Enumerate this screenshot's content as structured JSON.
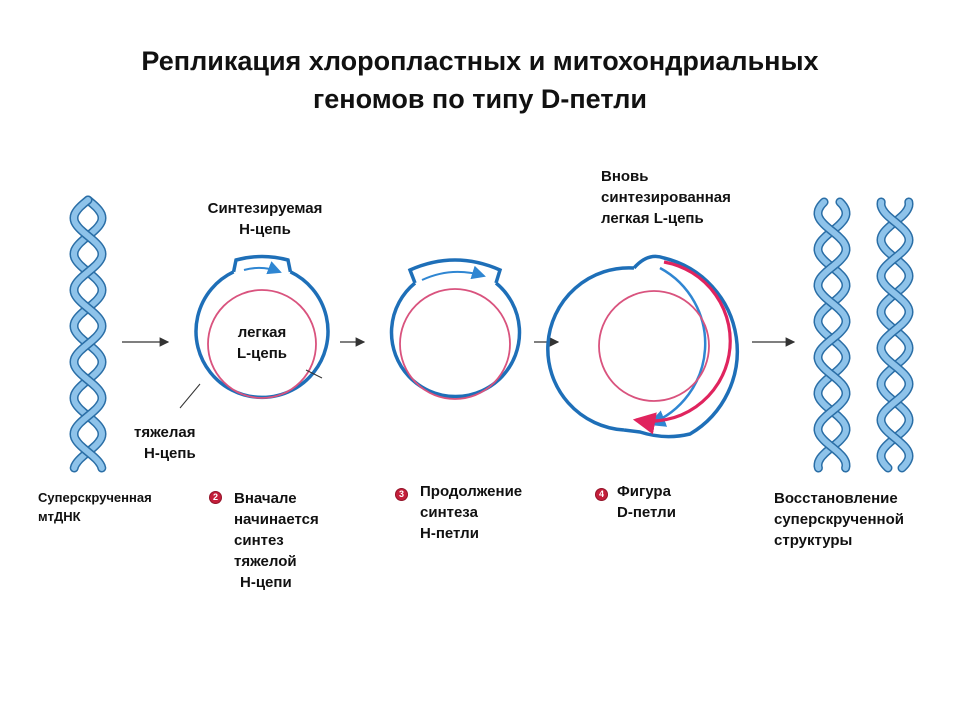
{
  "title": {
    "line1": "Репликация хлоропластных и митохондриальных",
    "line2": "геномов по типу D-петли"
  },
  "labels": {
    "synthesized_h_1": "Синтезируемая",
    "synthesized_h_2": "Н-цепь",
    "light_l_1": "легкая",
    "light_l_2": "L-цепь",
    "heavy_h_1": "тяжелая",
    "heavy_h_2": "Н-цепь",
    "new_light_1": "Вновь",
    "new_light_2": "синтезированная",
    "new_light_3": "легкая L-цепь"
  },
  "steps": [
    {
      "number": "",
      "lines": [
        "Суперскрученная",
        "мтДНК"
      ]
    },
    {
      "number": "2",
      "lines": [
        "Вначале",
        "начинается",
        "синтез",
        "тяжелой",
        "Н-цепи"
      ]
    },
    {
      "number": "3",
      "lines": [
        "Продолжение",
        "синтеза",
        "Н-петли"
      ]
    },
    {
      "number": "4",
      "lines": [
        "Фигура",
        "D-петли"
      ]
    },
    {
      "number": "",
      "lines": [
        "Восстановление",
        "суперскрученной",
        "структуры"
      ]
    }
  ],
  "colors": {
    "heavy_strand": "#1e6fb8",
    "light_strand": "#d9537e",
    "new_strand": "#e0245e",
    "helix_light": "#8ec3ea",
    "helix_dark": "#2a6ea6",
    "arrow": "#333333",
    "badge": "#c41e3a"
  }
}
